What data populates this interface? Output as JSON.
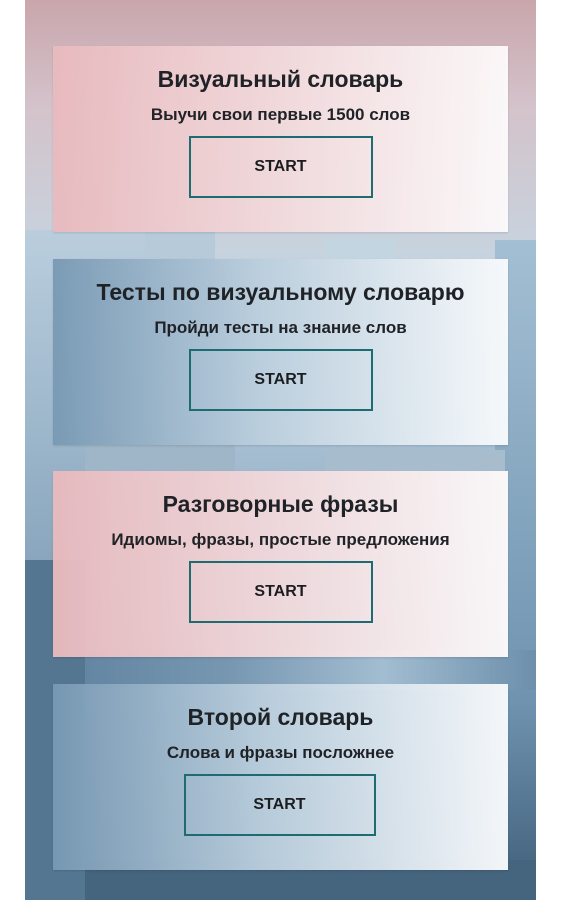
{
  "cards": [
    {
      "title": "Визуальный словарь",
      "subtitle": "Выучи свои первые 1500 слов",
      "button_label": "START"
    },
    {
      "title": "Тесты по визуальному словарю",
      "subtitle": "Пройди тесты на знание слов",
      "button_label": "START"
    },
    {
      "title": "Разговорные фразы",
      "subtitle": "Идиомы, фразы, простые предложения",
      "button_label": "START"
    },
    {
      "title": "Второй словарь",
      "subtitle": "Слова и фразы посложнее",
      "button_label": "START"
    }
  ],
  "colors": {
    "button_border": "#1f6b72",
    "card_pink": "#e8babe",
    "card_blue": "#7899b4",
    "text": "#1f2226"
  }
}
